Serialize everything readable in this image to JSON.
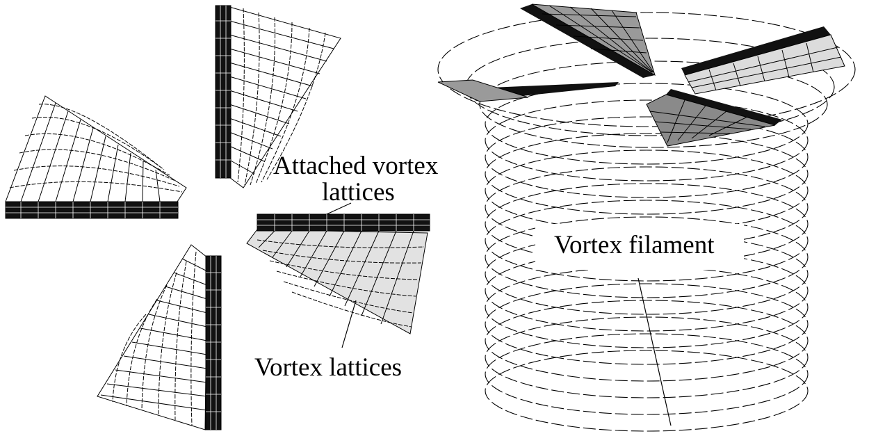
{
  "labels": {
    "attached_line1": "Attached vortex",
    "attached_line2": "lattices",
    "vortex_lattices": "Vortex lattices",
    "vortex_filament": "Vortex filament"
  },
  "colors": {
    "ink": "#000000",
    "blade_shade": "#d8d8d8",
    "background": "#ffffff"
  }
}
